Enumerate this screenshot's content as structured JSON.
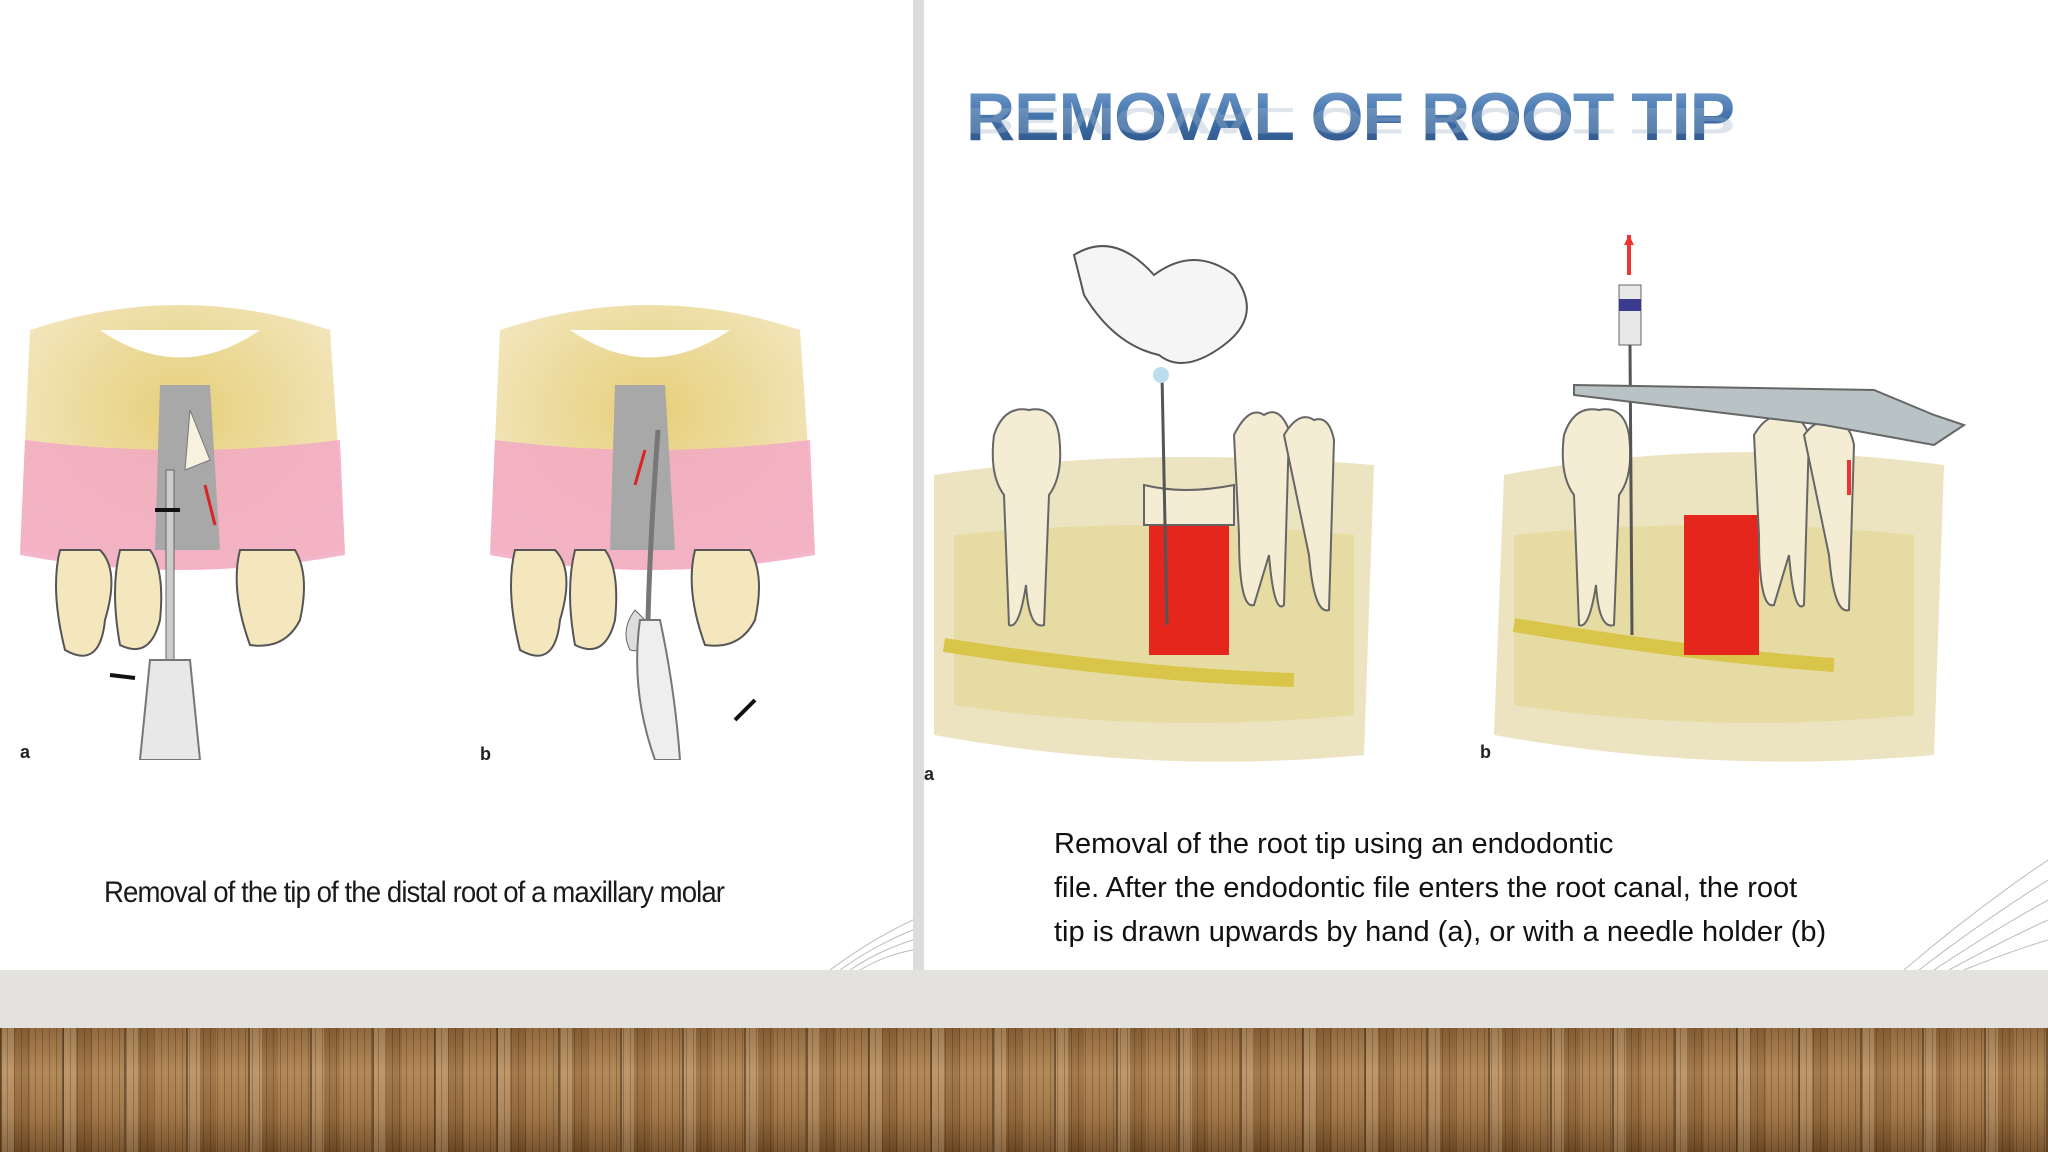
{
  "left_slide": {
    "caption": "Removal of the tip of the distal root of a maxillary molar",
    "figure_labels": [
      "a",
      "b"
    ]
  },
  "right_slide": {
    "title": "REMOVAL OF ROOT TIP",
    "description_lines": [
      "Removal of the root tip using an endodontic",
      "file. After the endodontic file enters the root canal, the root",
      "tip is drawn upwards by hand (a), or with a needle holder (b)"
    ],
    "figure_labels": [
      "a",
      "b"
    ]
  }
}
